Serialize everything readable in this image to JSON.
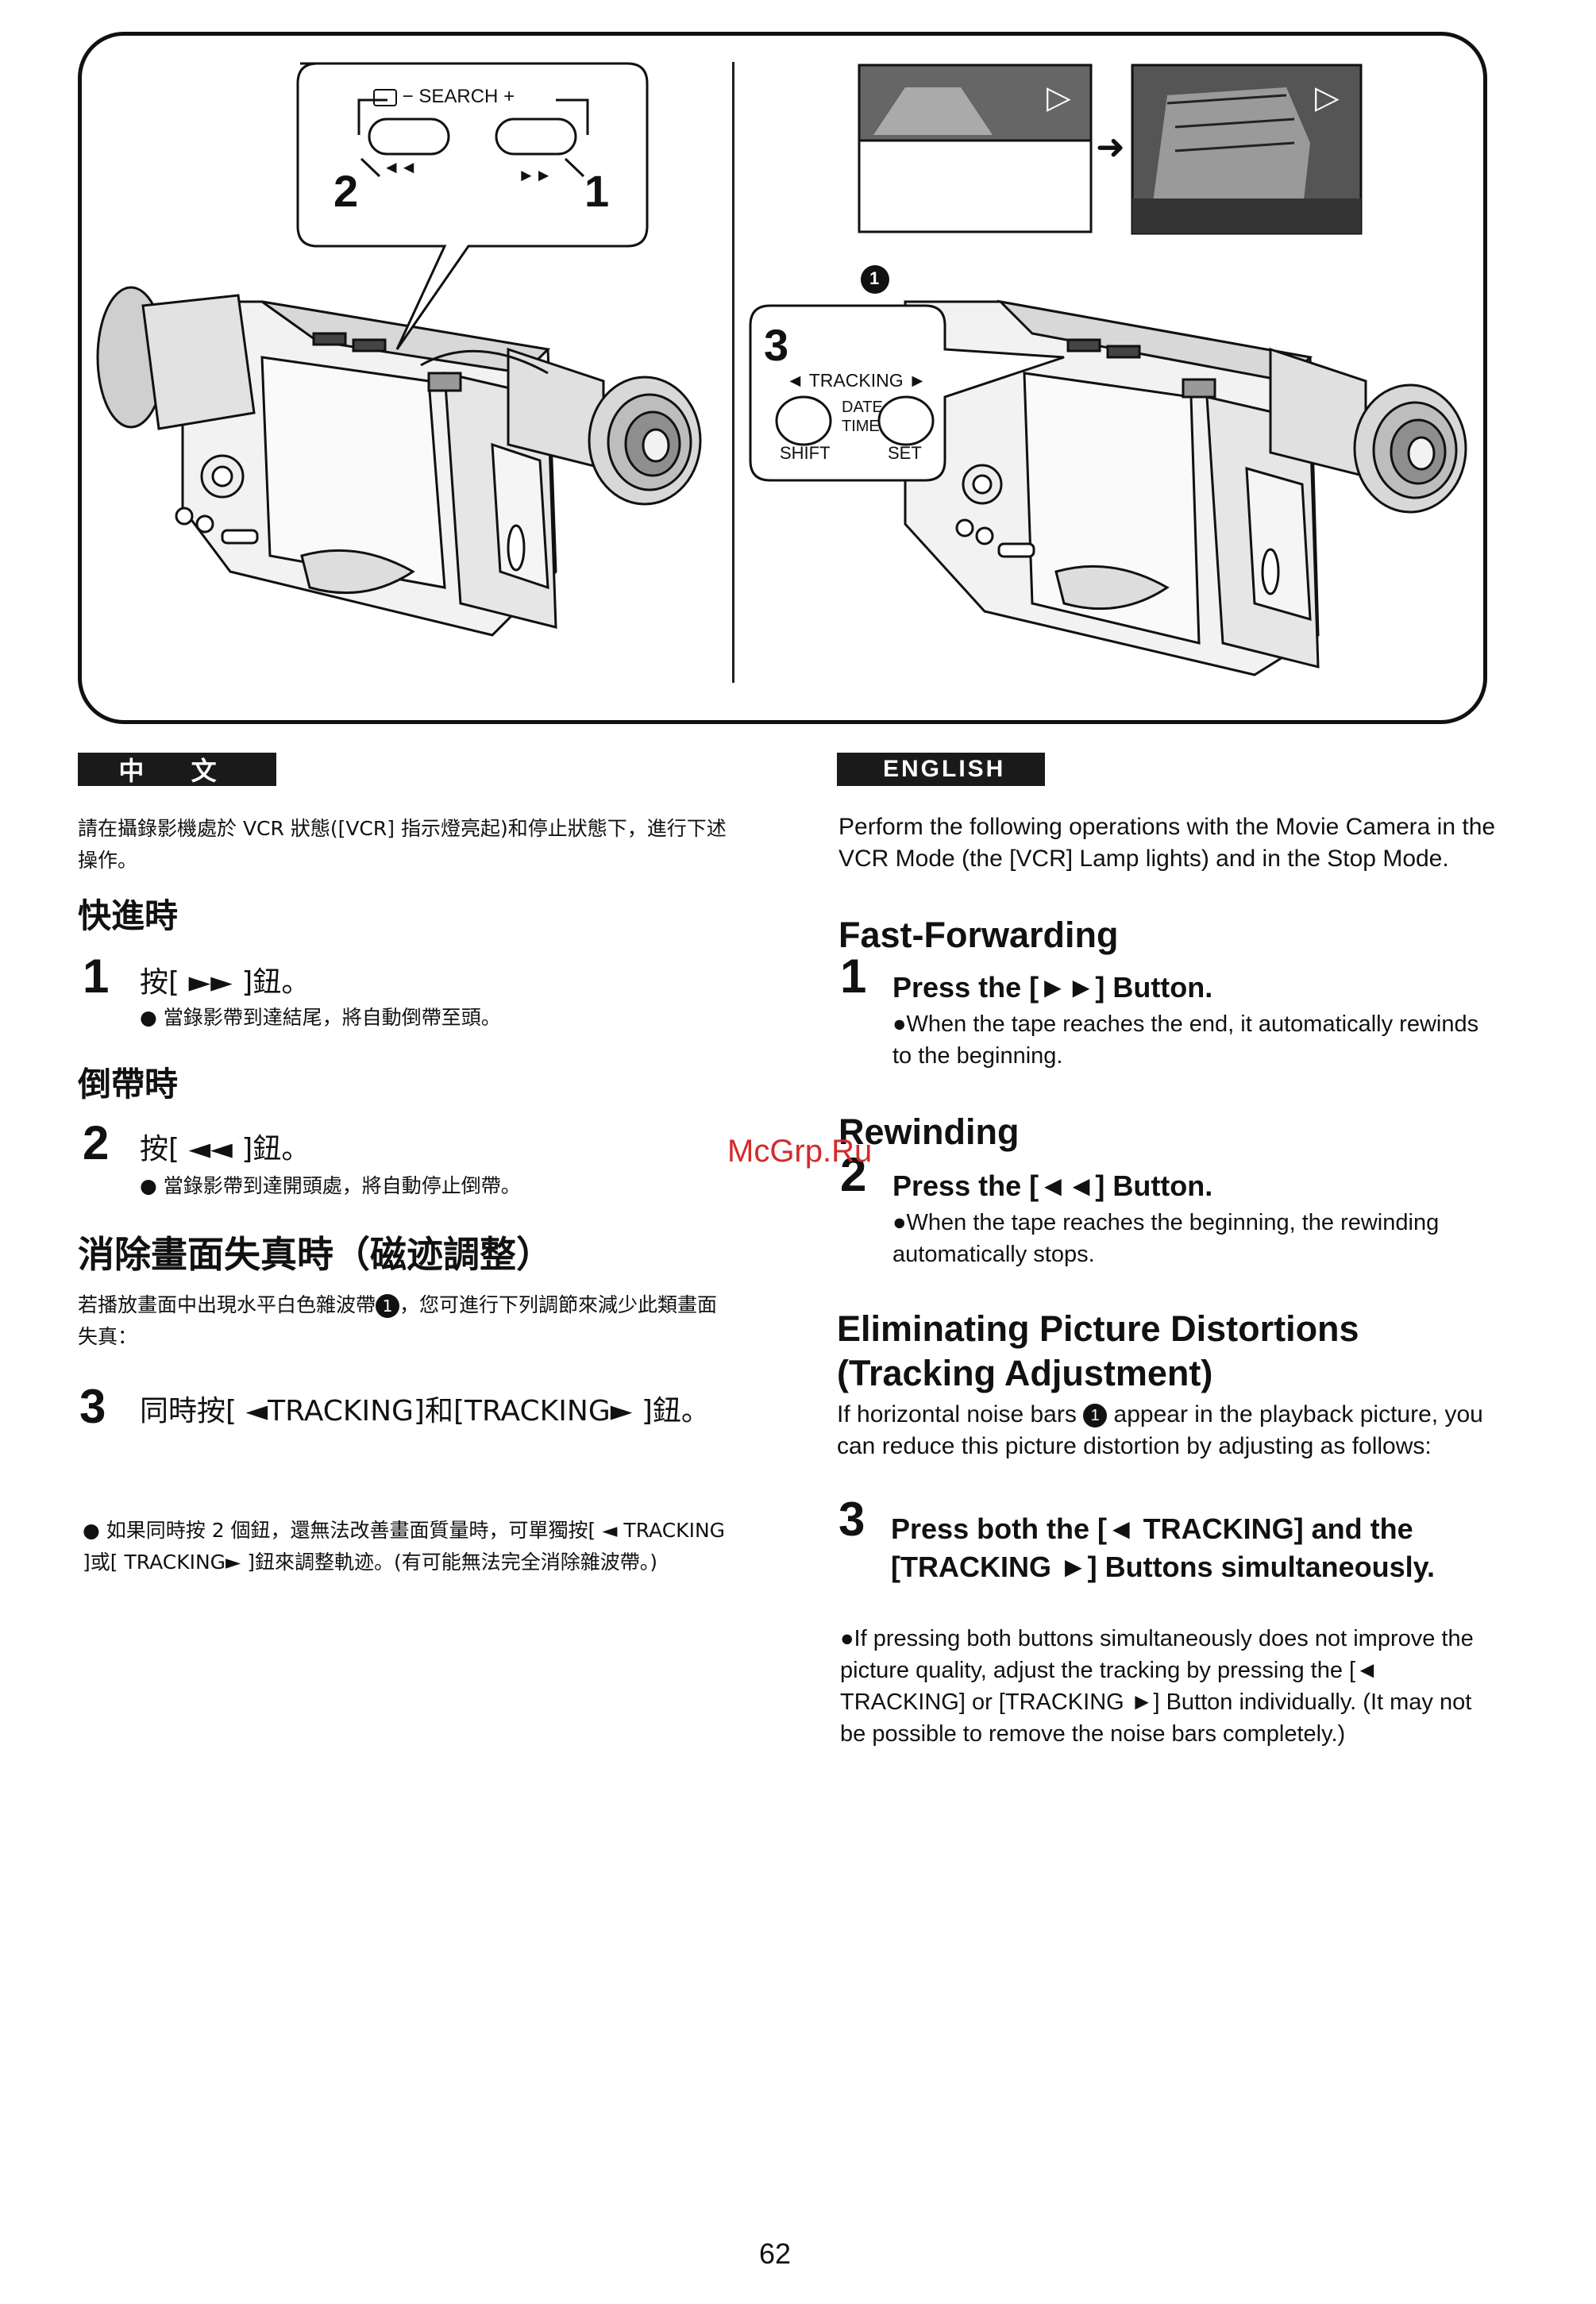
{
  "illustration": {
    "left_callout": {
      "search_label": "SEARCH",
      "minus": "−",
      "plus": "+",
      "num_left": "2",
      "num_right": "1",
      "rew_symbol": "◄◄",
      "ff_symbol": "►►"
    },
    "right_callout": {
      "step_number": "3",
      "tracking_label": "◄ TRACKING ►",
      "date_label": "DATE",
      "time_label": "TIME",
      "shift_label": "SHIFT",
      "set_label": "SET",
      "marker": "1"
    },
    "screen_play_icon": "▷",
    "arrow": "➜"
  },
  "chinese": {
    "section_label": "中 文",
    "intro": "請在攝錄影機處於 VCR 狀態([VCR] 指示燈亮起)和停止狀態下，進行下述操作。",
    "ff_heading": "快進時",
    "ff_step_num": "1",
    "ff_step": "按[ ►► ]鈕。",
    "ff_note": "● 當錄影帶到達結尾，將自動倒帶至頭。",
    "rew_heading": "倒帶時",
    "rew_step_num": "2",
    "rew_step": "按[ ◄◄ ]鈕。",
    "rew_note": "● 當錄影帶到達開頭處，將自動停止倒帶。",
    "track_heading": "消除畫面失真時（磁迹調整）",
    "track_intro_a": "若播放畫面中出現水平白色雜波帶",
    "track_intro_marker": "1",
    "track_intro_b": "，您可進行下列調節來減少此類畫面失真：",
    "track_step_num": "3",
    "track_step": "同時按[ ◄TRACKING]和[TRACKING► ]鈕。",
    "track_note": "● 如果同時按 2 個鈕，還無法改善畫面質量時，可單獨按[ ◄ TRACKING ]或[ TRACKING► ]鈕來調整軌迹。(有可能無法完全消除雜波帶。)"
  },
  "english": {
    "section_label": "ENGLISH",
    "intro": "Perform the following operations with the Movie Camera in the VCR Mode (the [VCR] Lamp lights) and in the Stop Mode.",
    "ff_heading": "Fast-Forwarding",
    "ff_step_num": "1",
    "ff_step": "Press the [►►] Button.",
    "ff_note": "●When the tape reaches the end, it automatically rewinds to the beginning.",
    "rew_heading": "Rewinding",
    "rew_step_num": "2",
    "rew_step": "Press the [◄◄] Button.",
    "rew_note": "●When the tape reaches the beginning, the rewinding automatically stops.",
    "track_heading_1": "Eliminating Picture Distortions",
    "track_heading_2": "(Tracking Adjustment)",
    "track_intro_a": "If horizontal noise bars",
    "track_intro_marker": "1",
    "track_intro_b": "appear in the playback picture, you can reduce this picture distortion by adjusting as follows:",
    "track_step_num": "3",
    "track_step_1": "Press both the [◄ TRACKING] and the",
    "track_step_2": "[TRACKING ►] Buttons simultaneously.",
    "track_note": "●If pressing both buttons simultaneously does not improve the picture quality, adjust the tracking by pressing the [◄ TRACKING] or [TRACKING ►] Button individually. (It may not be possible to remove the noise bars completely.)"
  },
  "watermark": "McGrp.Ru",
  "page_number": "62"
}
